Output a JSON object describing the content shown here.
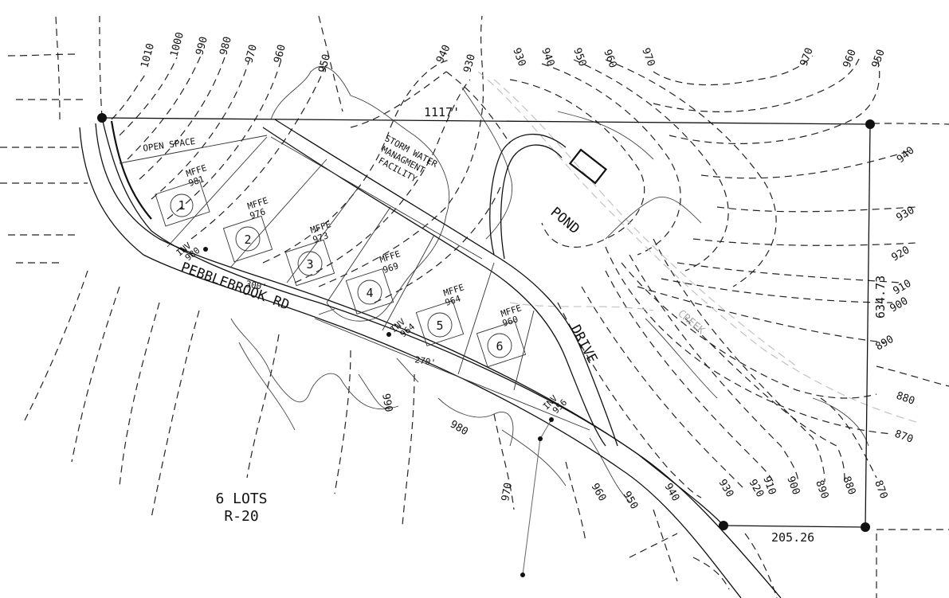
{
  "site_label": {
    "line1": "6 LOTS",
    "line2": "R-20"
  },
  "road_name": "PEBBLEBROOK RD",
  "drive_label": "DRIVE",
  "pond_label": "POND",
  "creek_label": "CREEK",
  "open_space_label": "OPEN SPACE",
  "stormwater_label": [
    "STORM WATER",
    "MANAGMENT",
    "FACILITY"
  ],
  "dimensions": {
    "north_line": "1117'",
    "east_line": "634.73",
    "south_line": "205.26",
    "frontage_1": "300'",
    "frontage_2": "270'"
  },
  "lots": [
    {
      "number": "1",
      "mffe_label": "MFFE",
      "mffe": "981"
    },
    {
      "number": "2",
      "mffe_label": "MFFE",
      "mffe": "976"
    },
    {
      "number": "3",
      "mffe_label": "MFFE",
      "mffe": "973"
    },
    {
      "number": "4",
      "mffe_label": "MFFE",
      "mffe": "969"
    },
    {
      "number": "5",
      "mffe_label": "MFFE",
      "mffe": "964"
    },
    {
      "number": "6",
      "mffe_label": "MFFE",
      "mffe": "960"
    }
  ],
  "inverts": [
    {
      "label": "INV",
      "value": "980"
    },
    {
      "label": "INV",
      "value": "964"
    },
    {
      "label": "INV",
      "value": "956"
    }
  ],
  "contour_labels": {
    "top": [
      "1010",
      "1000",
      "990",
      "980",
      "970",
      "960",
      "950",
      "940",
      "930",
      "930",
      "940",
      "950",
      "960",
      "970"
    ],
    "top_right": [
      "970",
      "960",
      "950"
    ],
    "east": [
      "940",
      "930",
      "920",
      "910",
      "900",
      "890",
      "880",
      "870"
    ],
    "south": [
      "990",
      "980",
      "970",
      "960",
      "950",
      "940",
      "930",
      "920",
      "910",
      "900",
      "890",
      "880",
      "870"
    ]
  }
}
